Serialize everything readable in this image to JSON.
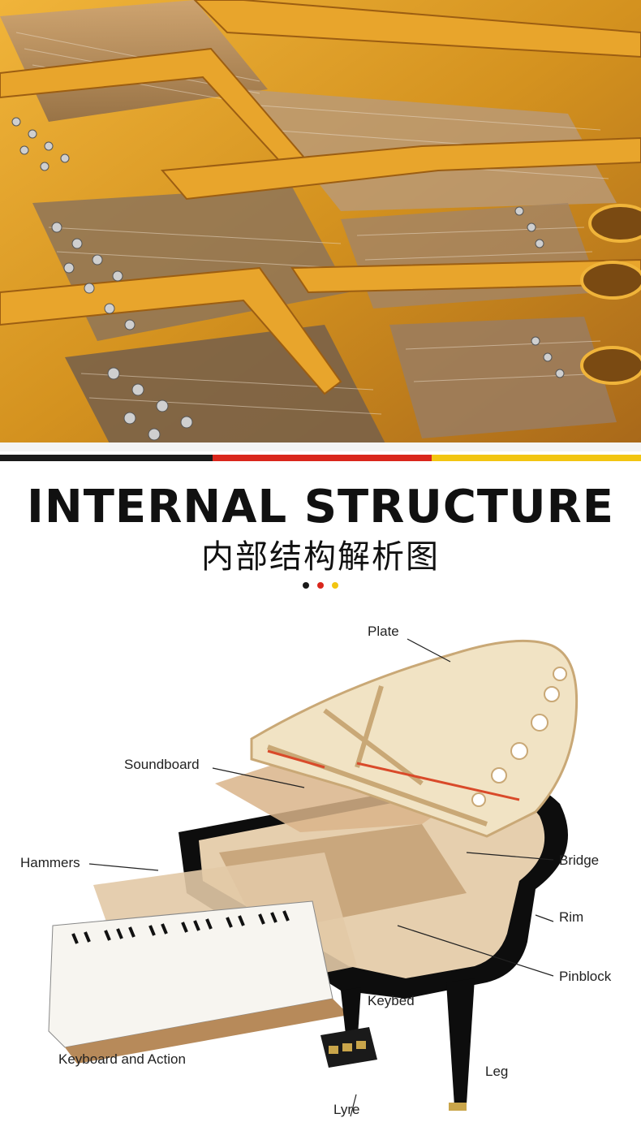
{
  "header": {
    "title_en": "INTERNAL STRUCTURE",
    "title_cn": "内部结构解析图"
  },
  "colors": {
    "stripe_black": "#1a1a1a",
    "stripe_red": "#d9261c",
    "stripe_yellow": "#f2c511",
    "plate_gold": "#d4921f"
  },
  "diagram": {
    "labels": {
      "plate": "Plate",
      "soundboard": "Soundboard",
      "hammers": "Hammers",
      "bridge": "Bridge",
      "rim": "Rim",
      "pinblock": "Pinblock",
      "keybed": "Keybed",
      "keyboard_action": "Keyboard and Action",
      "leg": "Leg",
      "lyre": "Lyre"
    }
  }
}
